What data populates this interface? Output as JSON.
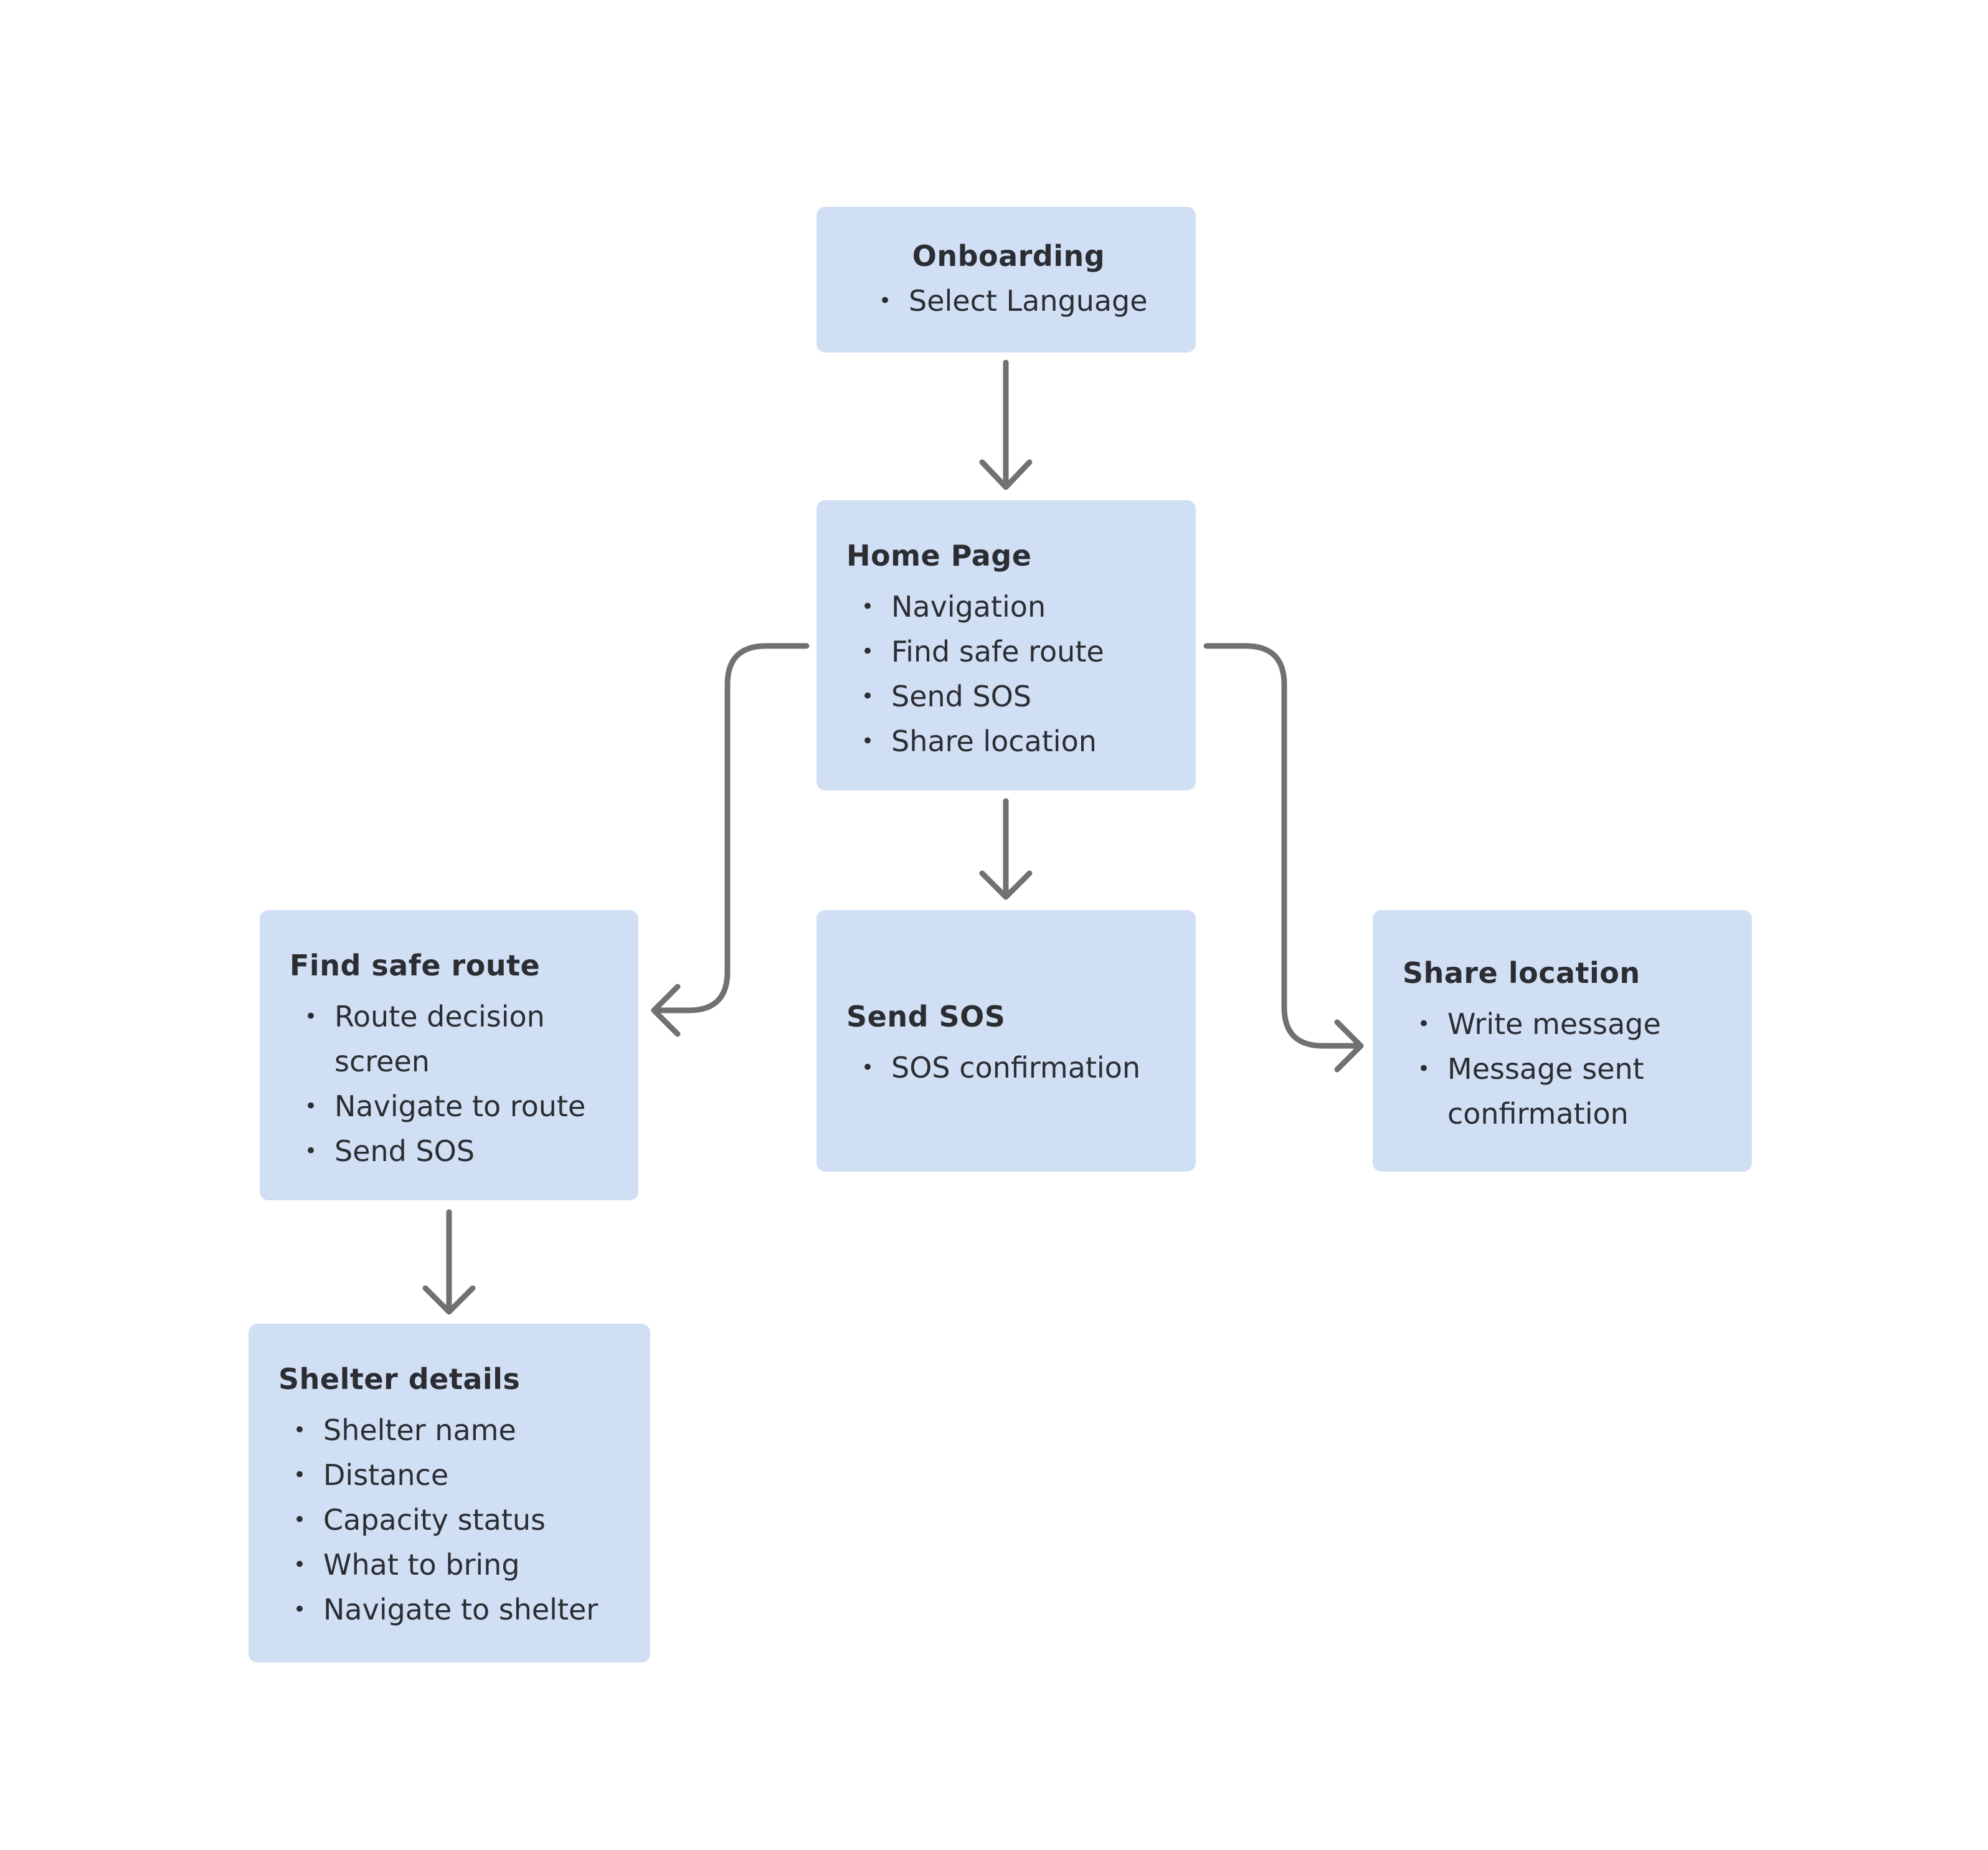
{
  "nodes": {
    "onboarding": {
      "title": "Onboarding",
      "items": [
        "Select Language"
      ]
    },
    "home": {
      "title": "Home Page",
      "items": [
        "Navigation",
        "Find safe route",
        "Send SOS",
        "Share location"
      ]
    },
    "route": {
      "title": "Find safe route",
      "items": [
        "Route decision screen",
        "Navigate to route",
        "Send SOS"
      ]
    },
    "sos": {
      "title": "Send SOS",
      "items": [
        "SOS confirmation"
      ]
    },
    "share": {
      "title": "Share location",
      "items": [
        "Write message",
        "Message sent confirmation"
      ]
    },
    "shelter": {
      "title": "Shelter details",
      "items": [
        "Shelter name",
        "Distance",
        "Capacity status",
        "What to bring",
        "Navigate to shelter"
      ]
    }
  },
  "colors": {
    "node_fill": "#d1dff4",
    "connector": "#717171",
    "text": "#2b2d33"
  }
}
